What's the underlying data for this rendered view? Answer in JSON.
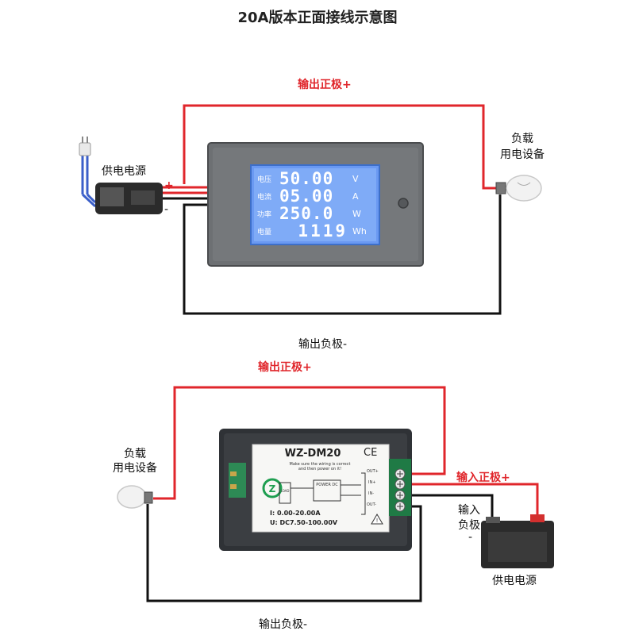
{
  "title": "20A版本正面接线示意图",
  "top": {
    "out_positive": "输出正极+",
    "out_negative": "输出负极-",
    "load_line1": "负载",
    "load_line2": "用电设备",
    "supply": "供电电源",
    "plus": "+",
    "minus": "-",
    "lcd": {
      "voltage_label": "电压",
      "voltage_value": "50.00",
      "voltage_unit": "V",
      "current_label": "电流",
      "current_value": "05.00",
      "current_unit": "A",
      "power_label": "功率",
      "power_value": "250.0",
      "power_unit": "W",
      "energy_label": "电量",
      "energy_value": "1119",
      "energy_unit": "Wh"
    }
  },
  "bottom": {
    "out_positive": "输出正极+",
    "out_negative": "输出负极-",
    "load_line1": "负载",
    "load_line2": "用电设备",
    "in_positive": "输入正极+",
    "in_negative_line1": "输入",
    "in_negative_line2": "负极",
    "in_negative_line3": "-",
    "supply": "供电电源",
    "label": {
      "model": "WZ-DM20",
      "ce": "CE",
      "note1": "Make sure the wiring is correct",
      "note2": "and then power on it!",
      "out_plus": "OUT+",
      "in_plus": "IN+",
      "in_minus": "IN-",
      "out_minus": "OUT-",
      "power_box": "POWER DC",
      "load_box": "LOAD",
      "current_range": "I: 0.00-20.00A",
      "voltage_range": "U: DC7.50-100.00V"
    }
  },
  "colors": {
    "red": "#e0262b",
    "black": "#111111",
    "lcd": "#5b8ff0"
  }
}
